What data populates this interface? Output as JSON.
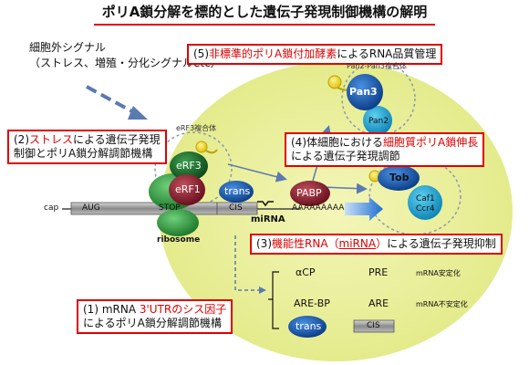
{
  "title": "ポリA鎖分解を標的とした遺伝子発現制御機構の解明",
  "signal": {
    "line1": "細胞外シグナル",
    "line2": "（ストレス、増殖・分化シグナルetc）"
  },
  "box5": {
    "pre": "(5)",
    "red": "非標準的ポリA鎖付加酵素",
    "post": "によるRNA品質管理"
  },
  "box2": {
    "pre": "(2)",
    "red": "ストレス",
    "post": "による遺伝子発現",
    "line2": "制御とポリA鎖分解調節機構"
  },
  "box4": {
    "pre": "(4)体細胞における",
    "red": "細胞質ポリA鎖伸長",
    "line2": "による遺伝子発現調節"
  },
  "box3": {
    "pre": "(3)",
    "red1": "機能性RNA（",
    "red2": "miRNA",
    "red3": "）",
    "post": "による遺伝子発現抑制"
  },
  "box1": {
    "pre": "(1) mRNA ",
    "red": "3'UTRのシス因子",
    "line2": "によるポリA鎖分解調節機構"
  },
  "labels": {
    "pan_complex": "Pan2-Pan3複合体",
    "erf3_complex": "eRF3複合体",
    "pan3": "Pan3",
    "pan2": "Pan2",
    "erf3": "eRF3",
    "erf1": "eRF1",
    "trans": "trans",
    "tob": "Tob",
    "caf1": "Caf1",
    "ccr4": "Ccr4",
    "pabp": "PABP",
    "cap": "cap",
    "aug": "AUG",
    "stop": "STOP",
    "cis": "CIS",
    "mirna": "miRNA",
    "polya": "AAAAAAAAA",
    "ribosome": "ribosome"
  },
  "table": {
    "row1": {
      "a": "αCP",
      "b": "PRE",
      "c": "mRNA安定化"
    },
    "row2": {
      "a": "ARE-BP",
      "b": "ARE",
      "c": "mRNA不安定化"
    },
    "trans": "trans",
    "cis": "CIS"
  },
  "colors": {
    "red": "#e00000",
    "cell": "#eef2a8",
    "blue": "#1a5fb4",
    "green": "#2a9a3a",
    "maroon": "#8a1a2a"
  }
}
